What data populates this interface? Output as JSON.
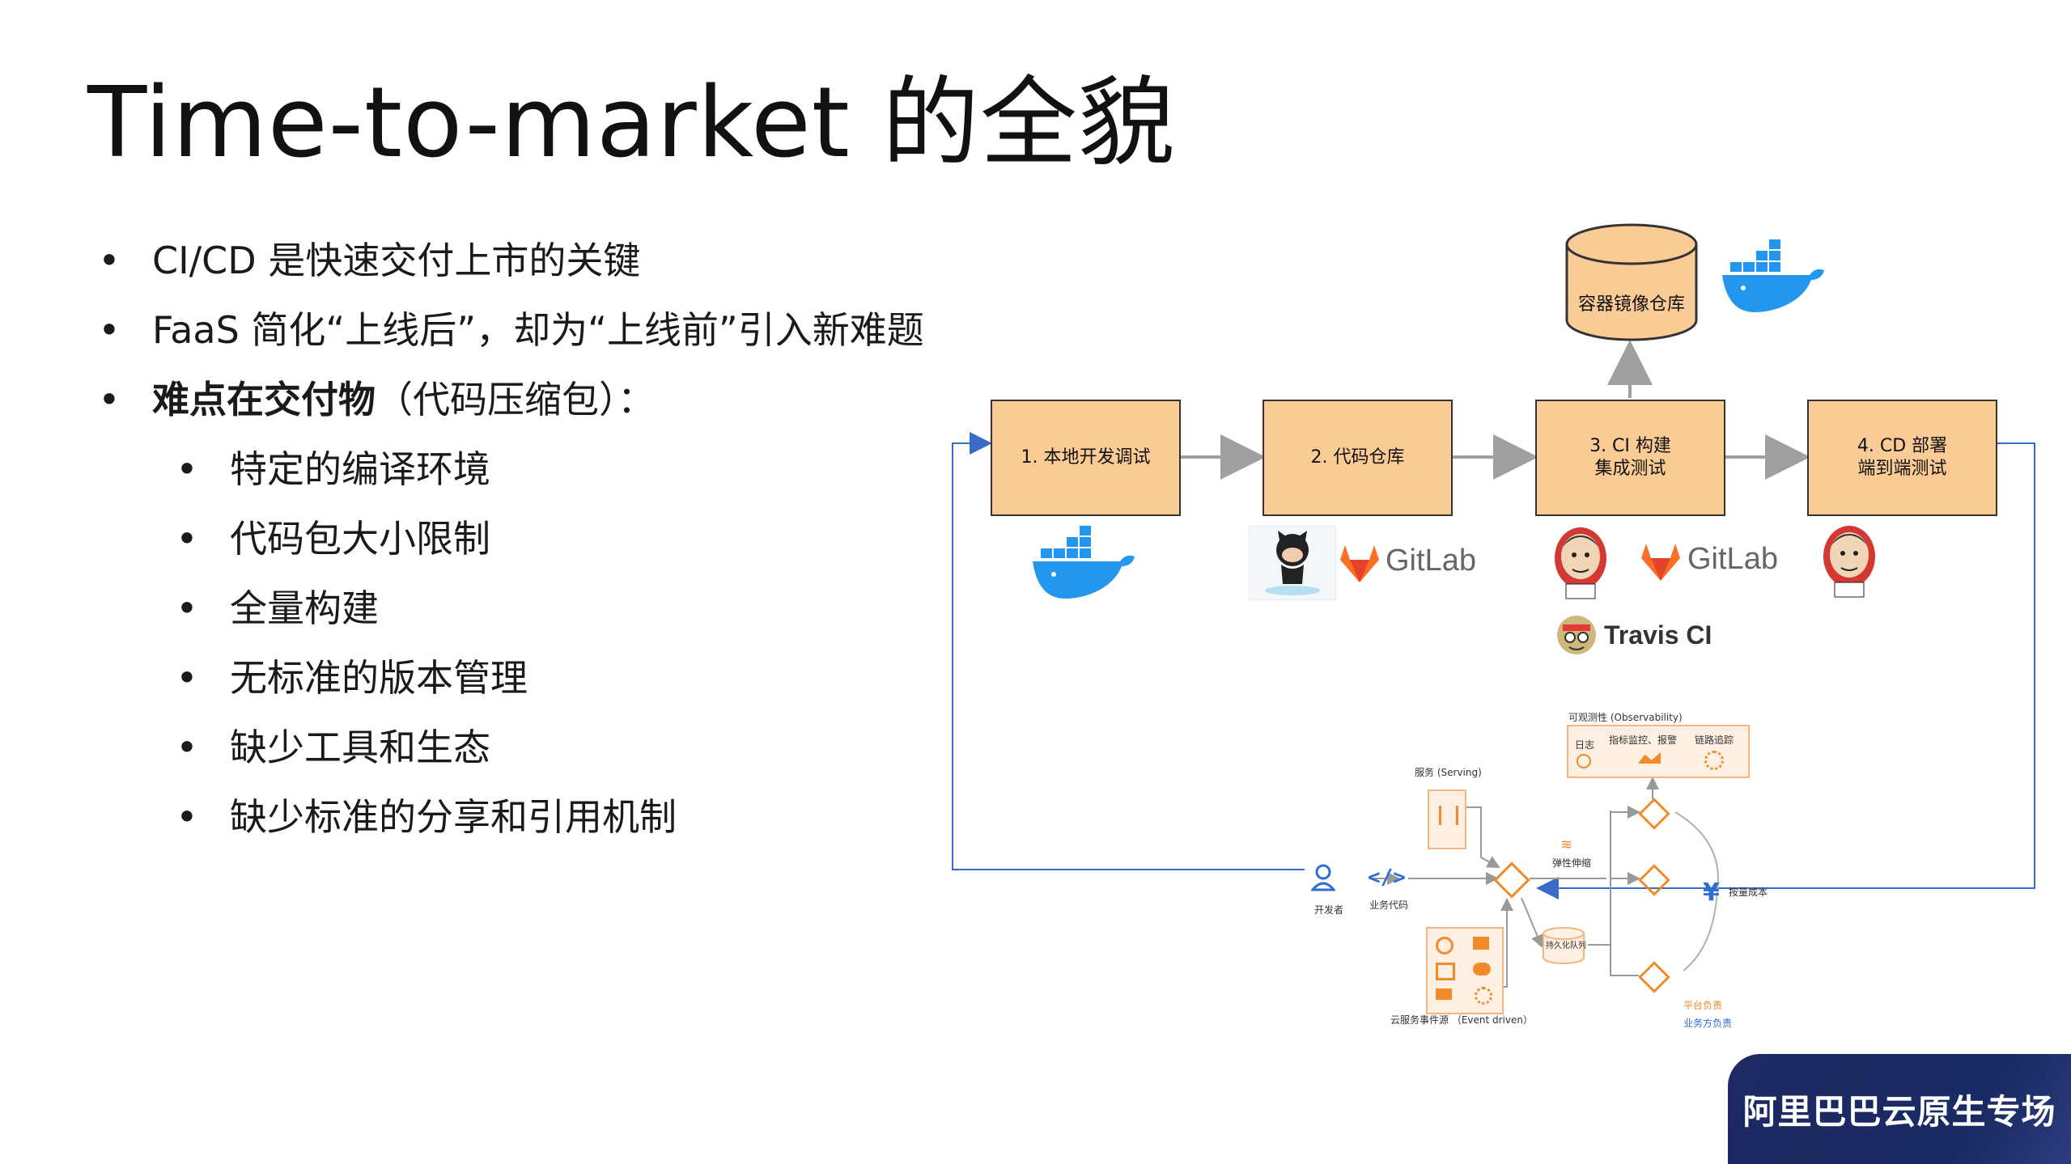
{
  "slide": {
    "title": "Time-to-market 的全貌",
    "bullets": [
      {
        "text": "CI/CD 是快速交付上市的关键"
      },
      {
        "text": "FaaS 简化“上线后”，却为“上线前”引入新难题"
      },
      {
        "bold": "难点在交付物",
        "rest": "（代码压缩包）："
      }
    ],
    "sub_bullets": [
      "特定的编译环境",
      "代码包大小限制",
      "全量构建",
      "无标准的版本管理",
      "缺少工具和生态",
      "缺少标准的分享和引用机制"
    ],
    "bullet_symbol": "•"
  },
  "pipeline": {
    "registry_label": "容器镜像仓库",
    "steps": [
      "1. 本地开发调试",
      "2. 代码仓库",
      "3. CI 构建\n集成测试",
      "4. CD 部署\n端到端测试"
    ],
    "tool_labels": {
      "gitlab_1": "GitLab",
      "gitlab_2": "GitLab",
      "travis": "Travis CI"
    },
    "colors": {
      "step_fill": "#fbcb95",
      "arrow": "#a0a0a0",
      "loop_line": "#3b6bc9"
    }
  },
  "architecture": {
    "observability_title": "可观测性 (Observability)",
    "obs_items": [
      "日志",
      "指标监控、报警",
      "链路追踪"
    ],
    "serving_label": "服务 (Serving)",
    "elastic_label": "弹性伸缩",
    "developer_label": "开发者",
    "code_label": "业务代码",
    "queue_label": "持久化队列",
    "event_label": "云服务事件源 （Event driven）",
    "cost_label": "按量成本",
    "platform_legend": "平台负责",
    "business_legend": "业务方负责",
    "colors": {
      "orange": "#f08b2a",
      "blue": "#2f6cd5"
    }
  },
  "brand": {
    "text": "阿里巴巴云原生专场"
  }
}
